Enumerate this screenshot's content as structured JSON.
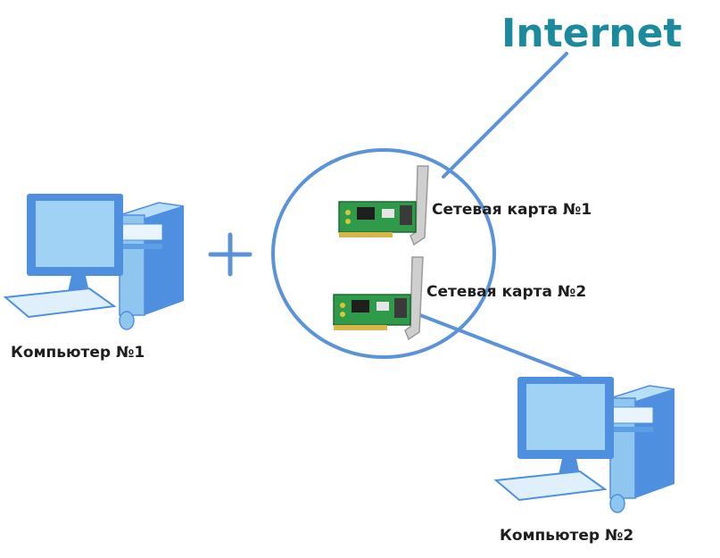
{
  "labels": {
    "internet": "Internet",
    "card1": "Сетевая карта №1",
    "card2": "Сетевая карта №2",
    "computer1": "Компьютер №1",
    "computer2": "Компьютер №2"
  },
  "colors": {
    "internet_text": "#1a8a9c",
    "link_line": "#5b93d8",
    "circle": "#5b93d8",
    "monitor_frame": "#4f8fe0",
    "monitor_screen": "#9fd2f4",
    "tower_body": "#8fc6ef",
    "tower_side": "#4f8fe0",
    "card_pcb": "#2f9a4a",
    "card_bracket": "#c9c9c9",
    "label_text": "#1e1e1e"
  },
  "icons": {
    "computer": "desktop-computer-icon",
    "network_card": "network-card-icon",
    "plus": "plus-icon"
  }
}
